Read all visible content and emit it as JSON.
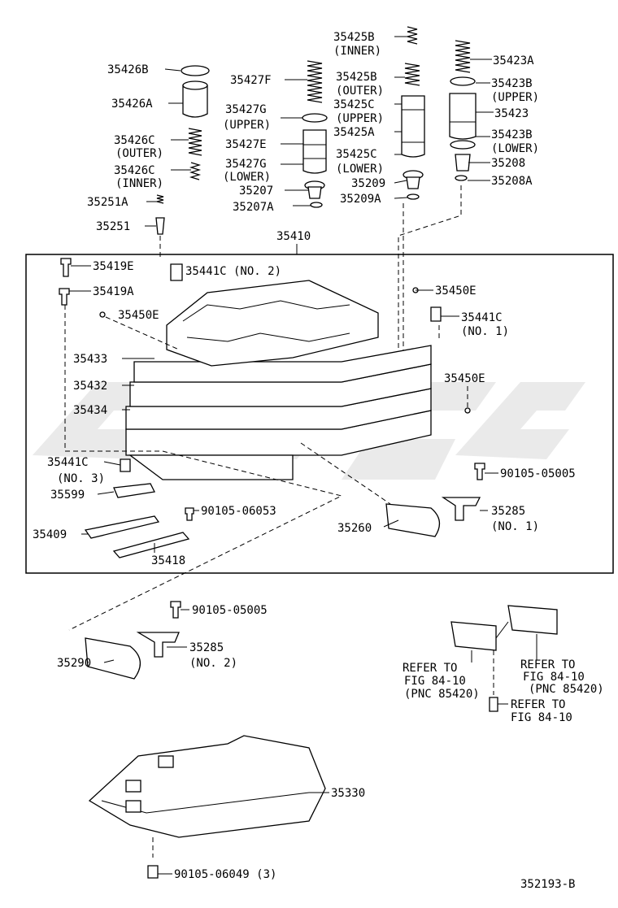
{
  "diagram_code": "352193-B",
  "labels": {
    "p35426B": "35426B",
    "p35426A": "35426A",
    "p35426C_outer": "35426C",
    "p35426C_outer_note": "(OUTER)",
    "p35426C_inner": "35426C",
    "p35426C_inner_note": "(INNER)",
    "p35251A": "35251A",
    "p35251": "35251",
    "p35427F": "35427F",
    "p35427G_upper": "35427G",
    "p35427G_upper_note": "(UPPER)",
    "p35427E": "35427E",
    "p35427G_lower": "35427G",
    "p35427G_lower_note": "(LOWER)",
    "p35207": "35207",
    "p35207A": "35207A",
    "p35425B_inner": "35425B",
    "p35425B_inner_note": "(INNER)",
    "p35425B_outer": "35425B",
    "p35425B_outer_note": "(OUTER)",
    "p35425C_upper": "35425C",
    "p35425C_upper_note": "(UPPER)",
    "p35425A": "35425A",
    "p35425C_lower": "35425C",
    "p35425C_lower_note": "(LOWER)",
    "p35209": "35209",
    "p35209A": "35209A",
    "p35423A": "35423A",
    "p35423B_upper": "35423B",
    "p35423B_upper_note": "(UPPER)",
    "p35423": "35423",
    "p35423B_lower": "35423B",
    "p35423B_lower_note": "(LOWER)",
    "p35208": "35208",
    "p35208A": "35208A",
    "p35410": "35410",
    "p35419E": "35419E",
    "p35419A": "35419A",
    "p35441C_no2": "35441C (NO. 2)",
    "p35450E_a": "35450E",
    "p35450E_b": "35450E",
    "p35441C_no1": "35441C",
    "p35441C_no1_note": "(NO. 1)",
    "p35433": "35433",
    "p35432": "35432",
    "p35434": "35434",
    "p35450E_c": "35450E",
    "p35441C_no3": "35441C",
    "p35441C_no3_note": "(NO. 3)",
    "p90105_05005_a": "90105-05005",
    "p35599": "35599",
    "p90105_06053": "90105-06053",
    "p35285_no1": "35285",
    "p35285_no1_note": "(NO. 1)",
    "p35409": "35409",
    "p35260": "35260",
    "p35418": "35418",
    "p90105_05005_b": "90105-05005",
    "p35290": "35290",
    "p35285_no2": "35285",
    "p35285_no2_note": "(NO. 2)",
    "refer1_a": "REFER TO",
    "refer1_b": "FIG 84-10",
    "refer1_c": "(PNC 85420)",
    "refer2_a": "REFER TO",
    "refer2_b": "FIG 84-10",
    "refer2_c": "(PNC 85420)",
    "refer3_a": "REFER TO",
    "refer3_b": "FIG 84-10",
    "p35330": "35330",
    "p90105_06049": "90105-06049 (3)"
  }
}
